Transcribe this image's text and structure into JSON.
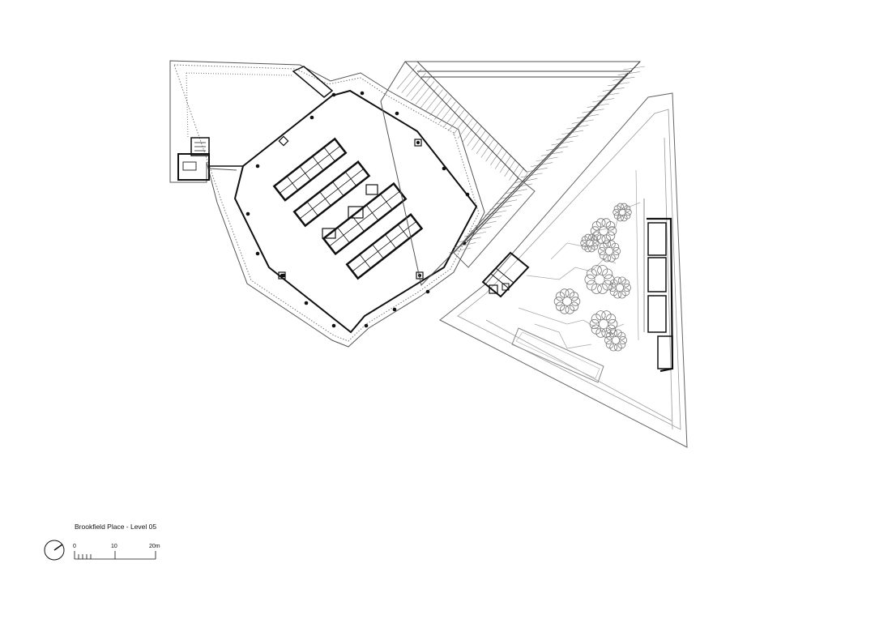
{
  "drawing": {
    "title": "Brookfield Place - Level 05"
  },
  "scale_bar": {
    "labels": [
      "0",
      "10",
      "20m"
    ]
  },
  "icons": {
    "north": "north-arrow-icon",
    "tree": "tree-icon",
    "column": "column-icon"
  },
  "colors": {
    "linework": "#111111",
    "fine": "#555555",
    "light": "#9a9a9a",
    "background": "#ffffff"
  }
}
